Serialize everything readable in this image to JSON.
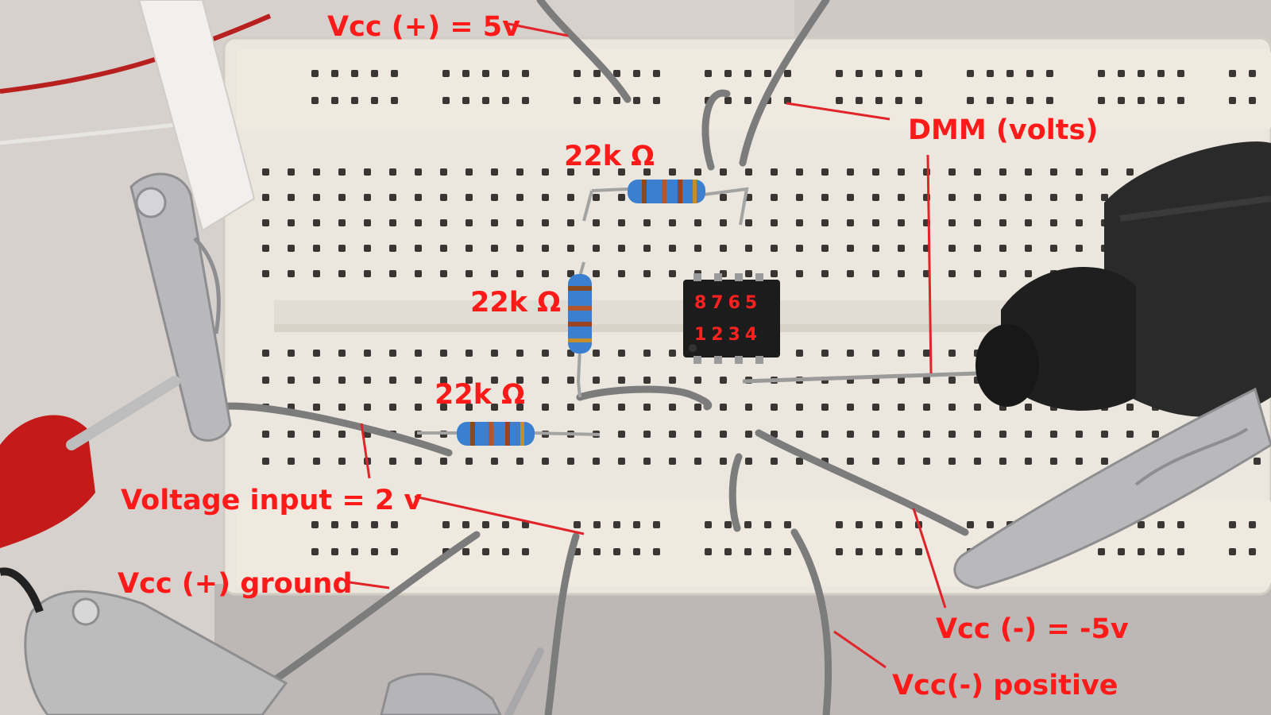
{
  "labels": {
    "vcc_pos": "Vcc (+) = 5v",
    "dmm": "DMM (volts)",
    "r1": "22k Ω",
    "r2": "22k Ω",
    "r3": "22k Ω",
    "vin": "Voltage input = 2 v",
    "vcc_pos_ground": "Vcc (+) ground",
    "vcc_neg": "Vcc (-) = -5v",
    "vcc_neg_positive": "Vcc(-) positive"
  },
  "chip": {
    "pins_top": "8765",
    "pins_bottom": "1234"
  },
  "colors": {
    "annotation": "#ff1a1a",
    "breadboard": "#ece7de",
    "resistor": "#3b7fd0",
    "wire": "#7a7a7a",
    "probe": "#2a2a2a",
    "clip_lead": "#c51a1a"
  },
  "icons": [
    "alligator-clip",
    "multimeter-probe",
    "ic-chip",
    "resistor"
  ]
}
